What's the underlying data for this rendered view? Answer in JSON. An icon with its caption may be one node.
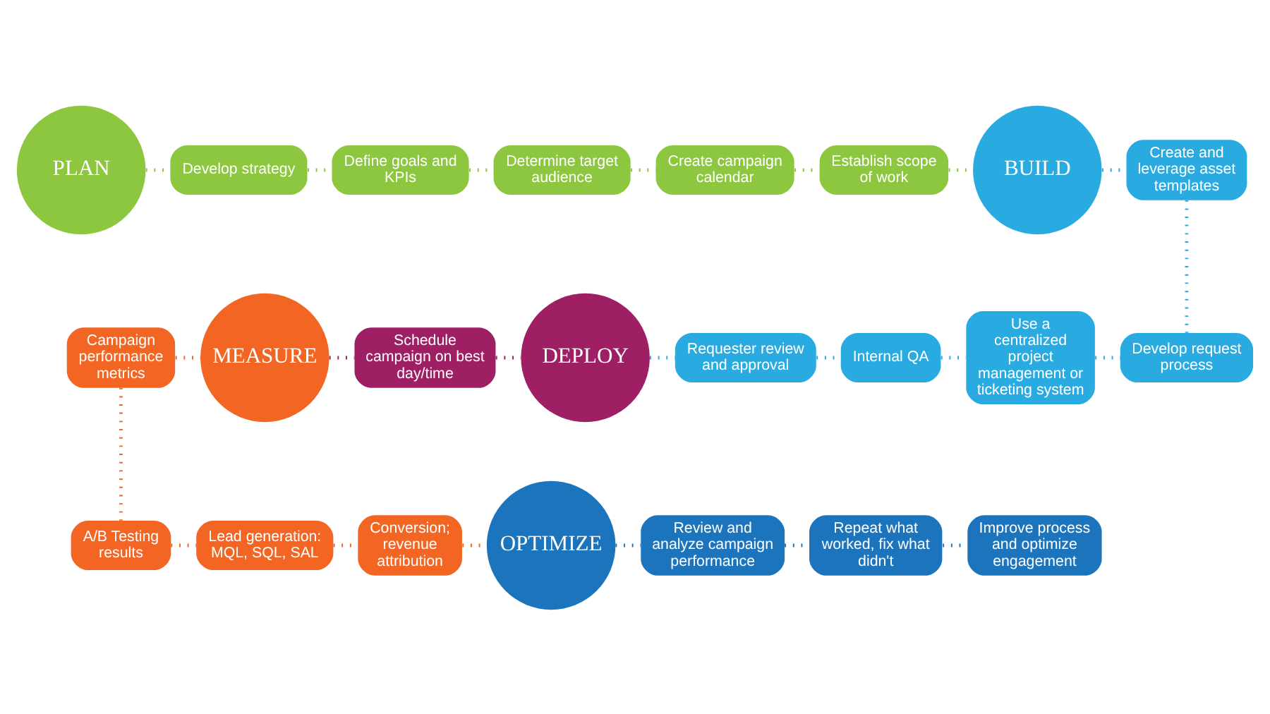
{
  "diagram": {
    "nodes": [
      {
        "text": [
          "PLAN"
        ]
      },
      {
        "text": [
          "Develop strategy"
        ]
      },
      {
        "text": [
          "Define goals and KPIs"
        ]
      },
      {
        "text": [
          "Determine target audience"
        ]
      },
      {
        "text": [
          "Create campaign calendar"
        ]
      },
      {
        "text": [
          "Establish scope of work"
        ]
      },
      {
        "text": [
          "BUILD"
        ]
      },
      {
        "text": [
          "Create and leverage asset templates"
        ]
      },
      {
        "text": [
          "Campaign performance metrics"
        ]
      },
      {
        "text": [
          "MEASURE"
        ]
      },
      {
        "text": [
          "Schedule campaign on best day/time"
        ]
      },
      {
        "text": [
          "DEPLOY"
        ]
      },
      {
        "text": [
          "Requester review and approval"
        ]
      },
      {
        "text": [
          "Internal QA"
        ]
      },
      {
        "text": [
          "Use a centralized project management or ticketing system"
        ]
      },
      {
        "text": [
          "Develop request process"
        ]
      },
      {
        "text": [
          "A/B Testing results"
        ]
      },
      {
        "text": [
          "Lead generation: MQL, SQL, SAL"
        ]
      },
      {
        "text": [
          "Conversion; revenue attribution"
        ]
      },
      {
        "text": [
          "OPTIMIZE"
        ]
      },
      {
        "text": [
          "Review and analyze campaign performance"
        ]
      },
      {
        "text": [
          "Repeat what worked, fix what didn't"
        ]
      },
      {
        "text": [
          "Improve process and optimize engagement"
        ]
      }
    ],
    "edges": [
      {
        "from": 0,
        "to": 1,
        "arrow": "none",
        "color": "#8dc63f"
      },
      {
        "from": 1,
        "to": 2,
        "arrow": "none",
        "color": "#8dc63f"
      },
      {
        "from": 2,
        "to": 3,
        "arrow": "none",
        "color": "#8dc63f"
      },
      {
        "from": 3,
        "to": 4,
        "arrow": "none",
        "color": "#8dc63f"
      },
      {
        "from": 4,
        "to": 5,
        "arrow": "none",
        "color": "#8dc63f"
      },
      {
        "from": 5,
        "to": 6,
        "arrow": "none",
        "color": "#8dc63f"
      },
      {
        "from": 6,
        "to": 7,
        "arrow": "none",
        "color": "#29abe2"
      },
      {
        "from": 7,
        "to": 15,
        "arrow": "none",
        "color": "#29abe2"
      },
      {
        "from": 14,
        "to": 15,
        "arrow": "none",
        "color": "#29abe2"
      },
      {
        "from": 13,
        "to": 14,
        "arrow": "none",
        "color": "#29abe2"
      },
      {
        "from": 12,
        "to": 13,
        "arrow": "none",
        "color": "#29abe2"
      },
      {
        "from": 11,
        "to": 12,
        "arrow": "none",
        "color": "#29abe2"
      },
      {
        "from": 10,
        "to": 11,
        "arrow": "none",
        "color": "#9e1f63"
      },
      {
        "from": 9,
        "to": 10,
        "arrow": "none",
        "color": "#9e1f63"
      },
      {
        "from": 8,
        "to": 9,
        "arrow": "none",
        "color": "#f26522"
      },
      {
        "from": 8,
        "to": 16,
        "arrow": "none",
        "color": "#f26522"
      },
      {
        "from": 16,
        "to": 17,
        "arrow": "none",
        "color": "#f26522"
      },
      {
        "from": 17,
        "to": 18,
        "arrow": "none",
        "color": "#f26522"
      },
      {
        "from": 18,
        "to": 19,
        "arrow": "none",
        "color": "#f26522"
      },
      {
        "from": 19,
        "to": 20,
        "arrow": "none",
        "color": "#1c75bc"
      },
      {
        "from": 20,
        "to": 21,
        "arrow": "none",
        "color": "#1c75bc"
      },
      {
        "from": 21,
        "to": 22,
        "arrow": "none",
        "color": "#1c75bc"
      }
    ]
  }
}
